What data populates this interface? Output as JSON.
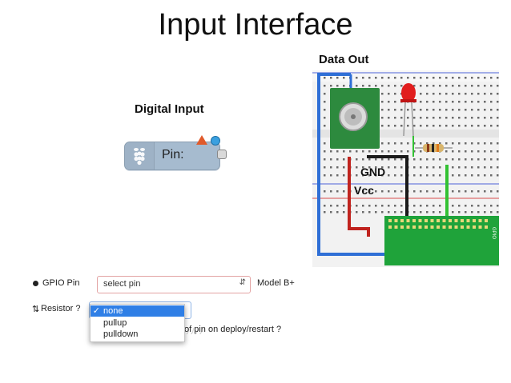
{
  "title": "Input Interface",
  "labels": {
    "data_out": "Data Out",
    "digital_input": "Digital Input",
    "gnd": "GND",
    "vcc": "Vcc",
    "gpio_header": "GPIO"
  },
  "node": {
    "label": "Pin:",
    "icon": "raspberry-pi-icon",
    "status_colors": {
      "triangle": "#e05a2b",
      "dot": "#3aa0e0"
    },
    "body_color": "#a6bbcf"
  },
  "form": {
    "gpio_label": "GPIO Pin",
    "pin_select": {
      "value": "select pin"
    },
    "model_label": "Model B+",
    "resistor_label": "Resistor ?",
    "resistor_options": [
      {
        "label": "none",
        "selected": true
      },
      {
        "label": "pullup",
        "selected": false
      },
      {
        "label": "pulldown",
        "selected": false
      }
    ],
    "init_suffix": "of pin on deploy/restart ?"
  },
  "colors": {
    "wire_blue": "#2f6fd6",
    "wire_red": "#c0231e",
    "wire_black": "#1a1a1a",
    "wire_green": "#33c233",
    "gpio_board": "#1fa33a",
    "sensor": "#2d8a3e",
    "led": "#e11d1d",
    "selection": "#2f7fe6"
  }
}
